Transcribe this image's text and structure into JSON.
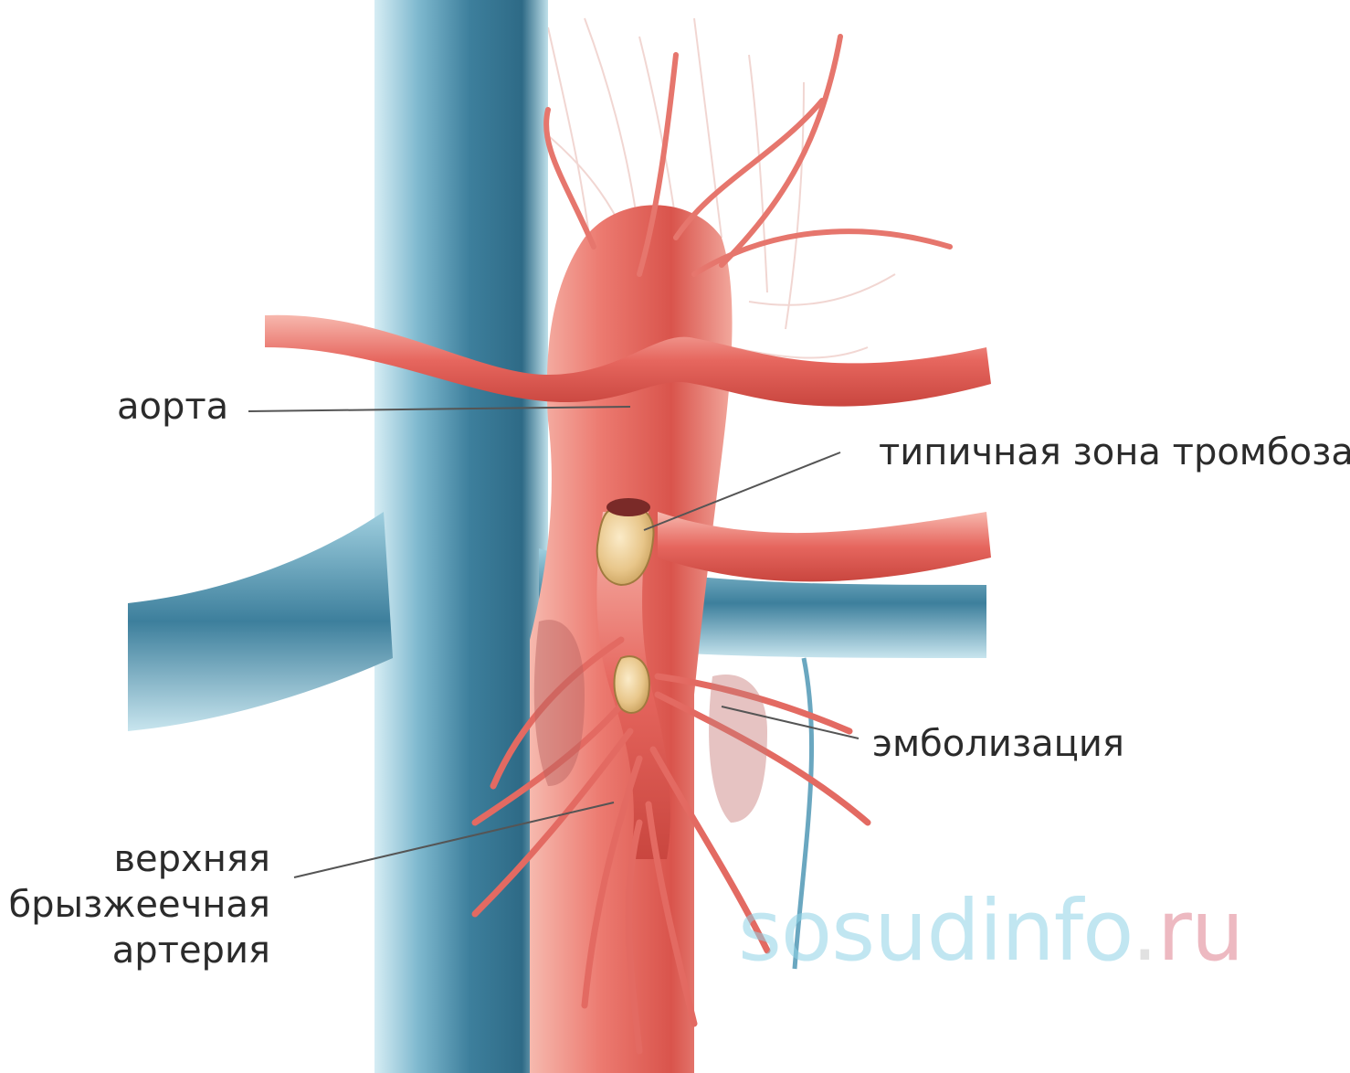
{
  "labels": {
    "aorta": "аорта",
    "thrombosis_zone": "типичная зона тромбоза",
    "embolization": "эмболизация",
    "sma_line1": "верхняя",
    "sma_line2": "брызжеечная",
    "sma_line3": "артерия"
  },
  "watermark": {
    "main": "sosudinfo",
    "dot": ".",
    "tld": "ru"
  },
  "colors": {
    "vein_blue": "#3d7f9c",
    "vein_light": "#a9d4e2",
    "artery_red": "#e6665e",
    "artery_light": "#f4aaa0",
    "artery_dark": "#b33a35",
    "thrombus": "#e8c68a",
    "leader_line": "#555555"
  }
}
